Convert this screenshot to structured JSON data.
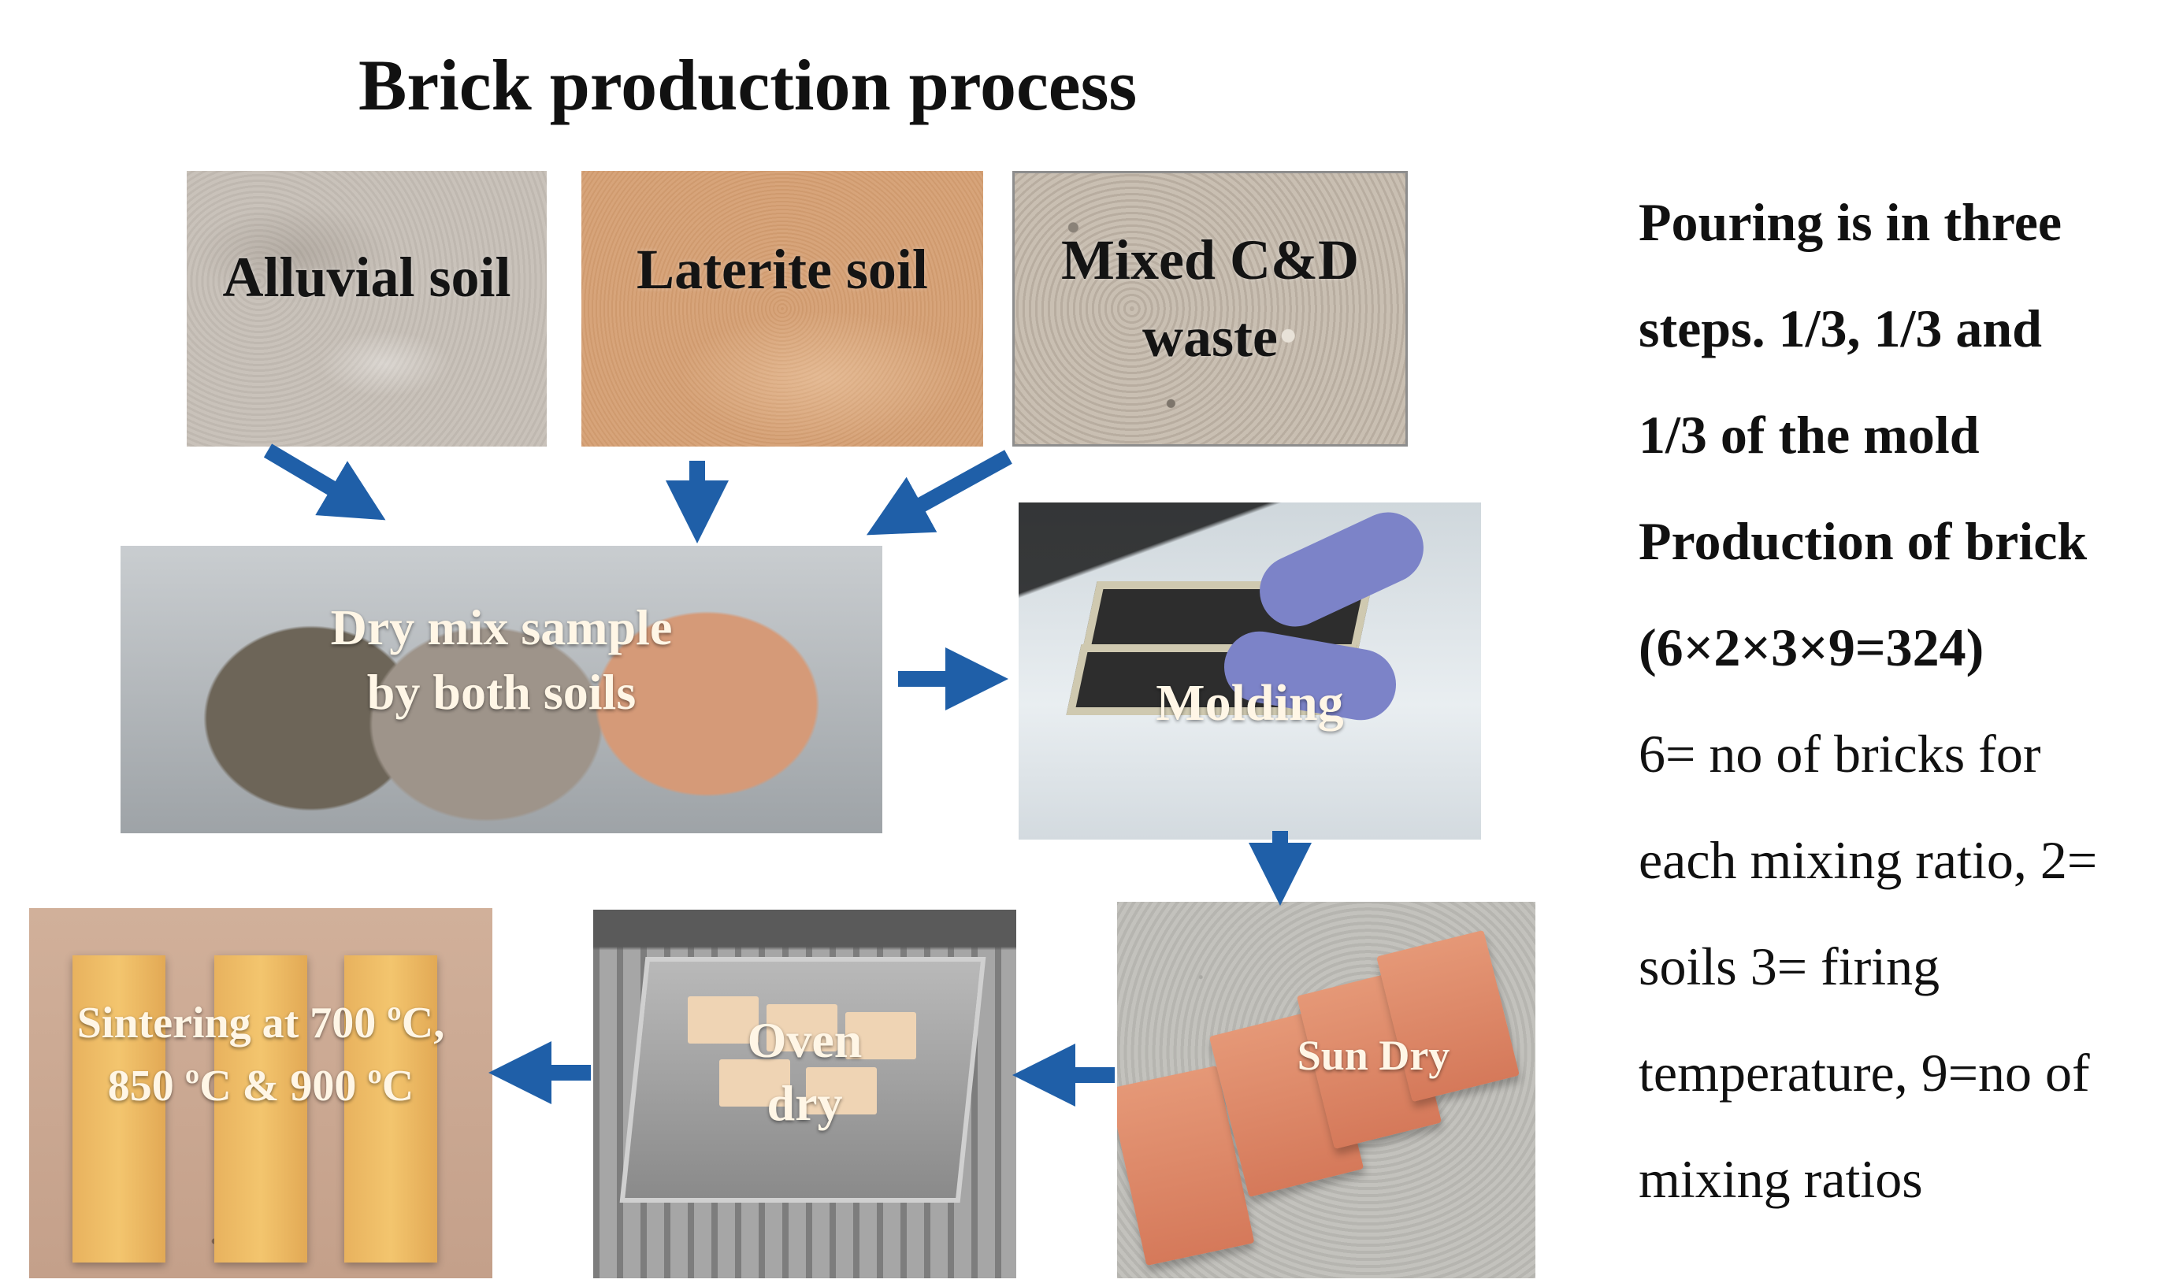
{
  "title": "Brick production process",
  "photos": {
    "alluvial": "Alluvial soil",
    "laterite": "Laterite soil",
    "mixed_line1": "Mixed C&D",
    "mixed_line2": "waste",
    "drymix_line1": "Dry mix sample",
    "drymix_line2": "by both soils",
    "molding": "Molding",
    "sundry": "Sun Dry",
    "oven_line1": "Oven",
    "oven_line2": "dry",
    "sinter_line1": "Sintering at 700 ºC,",
    "sinter_line2": "850 ºC & 900 ºC"
  },
  "notes": {
    "bold_lines": [
      "Pouring is in three",
      "steps. 1/3, 1/3 and",
      "1/3 of the mold",
      "Production of brick",
      "(6×2×3×9=324)"
    ],
    "normal_lines": [
      "6= no of bricks for",
      "each mixing ratio, 2=",
      "soils 3= firing",
      "temperature, 9=no of",
      "mixing ratios"
    ]
  },
  "colors": {
    "arrow": "#1f5fa8"
  }
}
